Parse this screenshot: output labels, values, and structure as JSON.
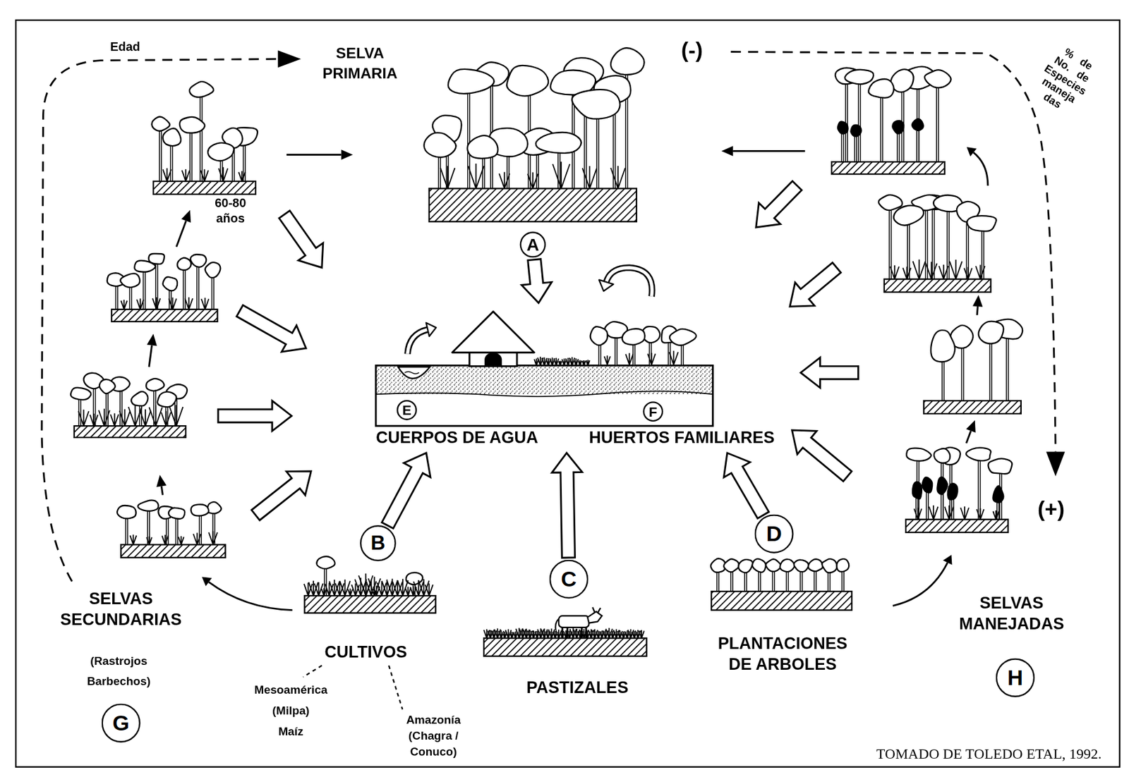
{
  "diagram": {
    "caption": "TOMADO DE TOLEDO ETAL, 1992.",
    "nodes": [
      {
        "text": [
          "A"
        ]
      },
      {
        "text": [
          "CUERPOS DE AGUA",
          "HUERTOS FAMILIARES"
        ]
      },
      {
        "text": [
          "E"
        ],
        "in": 1
      },
      {
        "text": [
          "F"
        ],
        "in": 1
      },
      {
        "text": [
          "B"
        ]
      },
      {
        "text": [
          "C"
        ]
      },
      {
        "text": [
          "D"
        ]
      },
      {
        "text": [
          "G"
        ]
      },
      {
        "text": [
          "H"
        ]
      }
    ],
    "edges": [
      {
        "from": 0,
        "to": 1,
        "arrow": "to"
      },
      {
        "from": 4,
        "to": 1,
        "arrow": "to"
      },
      {
        "from": 5,
        "to": 1,
        "arrow": "to"
      },
      {
        "from": 6,
        "to": 1,
        "arrow": "to"
      }
    ],
    "labels": [
      "Edad",
      "SELVA PRIMARIA",
      "(-)",
      "% de No. de Especies maneja das",
      "60-80 años",
      "SELVAS SECUNDARIAS",
      "(Rastrojos Barbechos)",
      "CULTIVOS",
      "Mesoamérica (Milpa) Maíz",
      "Amazonía (Chagra / Conuco)",
      "PASTIZALES",
      "PLANTACIONES DE ARBOLES",
      "SELVAS MANEJADAS",
      "(+)"
    ]
  }
}
